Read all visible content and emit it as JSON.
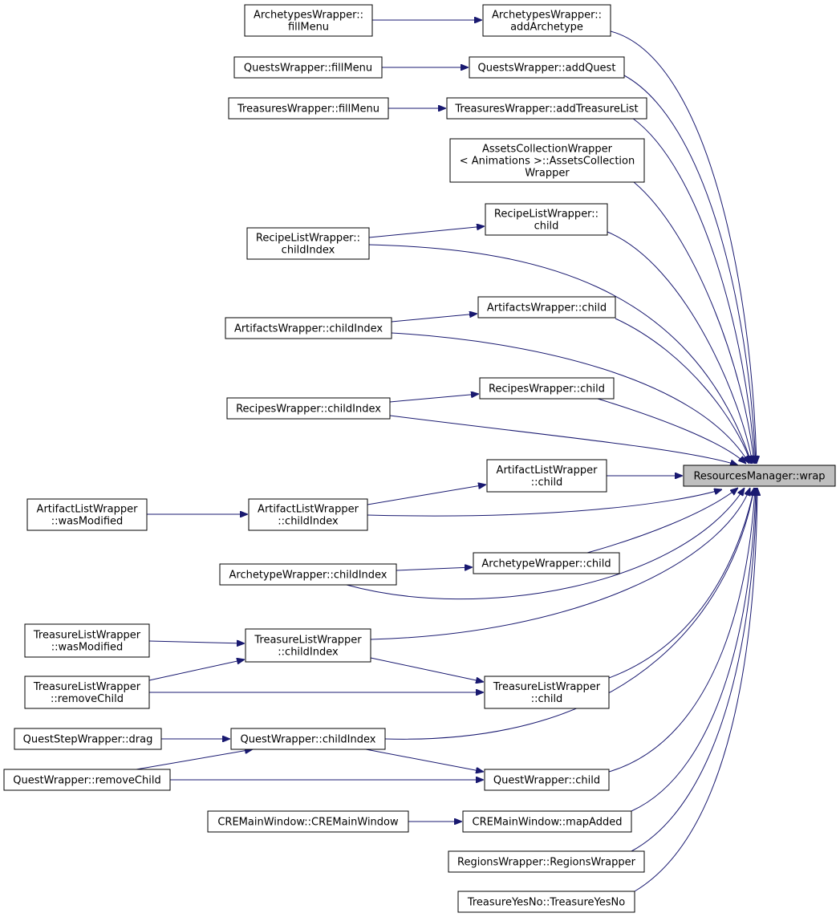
{
  "diagram": {
    "colors": {
      "edge": "#191970",
      "root_fill": "#bfbfbf",
      "node_fill": "#ffffff",
      "node_stroke": "#000000"
    },
    "root": {
      "id": "root",
      "lines": [
        "ResourcesManager::wrap"
      ]
    },
    "nodes": [
      {
        "id": "arch_add",
        "lines": [
          "ArchetypesWrapper::",
          "addArchetype"
        ]
      },
      {
        "id": "arch_fill",
        "lines": [
          "ArchetypesWrapper::",
          "fillMenu"
        ]
      },
      {
        "id": "quests_add",
        "lines": [
          "QuestsWrapper::addQuest"
        ]
      },
      {
        "id": "quests_fill",
        "lines": [
          "QuestsWrapper::fillMenu"
        ]
      },
      {
        "id": "treas_add",
        "lines": [
          "TreasuresWrapper::addTreasureList"
        ]
      },
      {
        "id": "treas_fill",
        "lines": [
          "TreasuresWrapper::fillMenu"
        ]
      },
      {
        "id": "assets",
        "lines": [
          "AssetsCollectionWrapper",
          "< Animations >::AssetsCollection",
          "Wrapper"
        ]
      },
      {
        "id": "rlw_child",
        "lines": [
          "RecipeListWrapper::",
          "child"
        ]
      },
      {
        "id": "rlw_idx",
        "lines": [
          "RecipeListWrapper::",
          "childIndex"
        ]
      },
      {
        "id": "art_child",
        "lines": [
          "ArtifactsWrapper::child"
        ]
      },
      {
        "id": "art_idx",
        "lines": [
          "ArtifactsWrapper::childIndex"
        ]
      },
      {
        "id": "rec_child",
        "lines": [
          "RecipesWrapper::child"
        ]
      },
      {
        "id": "rec_idx",
        "lines": [
          "RecipesWrapper::childIndex"
        ]
      },
      {
        "id": "alw_child",
        "lines": [
          "ArtifactListWrapper",
          "::child"
        ]
      },
      {
        "id": "alw_idx",
        "lines": [
          "ArtifactListWrapper",
          "::childIndex"
        ]
      },
      {
        "id": "alw_mod",
        "lines": [
          "ArtifactListWrapper",
          "::wasModified"
        ]
      },
      {
        "id": "aw_child",
        "lines": [
          "ArchetypeWrapper::child"
        ]
      },
      {
        "id": "aw_idx",
        "lines": [
          "ArchetypeWrapper::childIndex"
        ]
      },
      {
        "id": "tlw_idx",
        "lines": [
          "TreasureListWrapper",
          "::childIndex"
        ]
      },
      {
        "id": "tlw_mod",
        "lines": [
          "TreasureListWrapper",
          "::wasModified"
        ]
      },
      {
        "id": "tlw_rem",
        "lines": [
          "TreasureListWrapper",
          "::removeChild"
        ]
      },
      {
        "id": "tlw_child",
        "lines": [
          "TreasureListWrapper",
          "::child"
        ]
      },
      {
        "id": "qsw_drag",
        "lines": [
          "QuestStepWrapper::drag"
        ]
      },
      {
        "id": "qw_idx",
        "lines": [
          "QuestWrapper::childIndex"
        ]
      },
      {
        "id": "qw_rem",
        "lines": [
          "QuestWrapper::removeChild"
        ]
      },
      {
        "id": "qw_child",
        "lines": [
          "QuestWrapper::child"
        ]
      },
      {
        "id": "cre_ctor",
        "lines": [
          "CREMainWindow::CREMainWindow"
        ]
      },
      {
        "id": "cre_map",
        "lines": [
          "CREMainWindow::mapAdded"
        ]
      },
      {
        "id": "regions",
        "lines": [
          "RegionsWrapper::RegionsWrapper"
        ]
      },
      {
        "id": "tyn",
        "lines": [
          "TreasureYesNo::TreasureYesNo"
        ]
      }
    ],
    "edges": [
      {
        "from": "arch_fill",
        "to": "arch_add"
      },
      {
        "from": "quests_fill",
        "to": "quests_add"
      },
      {
        "from": "treas_fill",
        "to": "treas_add"
      },
      {
        "from": "rlw_idx",
        "to": "rlw_child"
      },
      {
        "from": "art_idx",
        "to": "art_child"
      },
      {
        "from": "rec_idx",
        "to": "rec_child"
      },
      {
        "from": "alw_idx",
        "to": "alw_child"
      },
      {
        "from": "alw_mod",
        "to": "alw_idx"
      },
      {
        "from": "aw_idx",
        "to": "aw_child"
      },
      {
        "from": "tlw_mod",
        "to": "tlw_idx"
      },
      {
        "from": "tlw_rem",
        "to": "tlw_idx"
      },
      {
        "from": "tlw_rem",
        "to": "tlw_child"
      },
      {
        "from": "tlw_idx",
        "to": "tlw_child"
      },
      {
        "from": "qsw_drag",
        "to": "qw_idx"
      },
      {
        "from": "qw_rem",
        "to": "qw_idx"
      },
      {
        "from": "qw_rem",
        "to": "qw_child"
      },
      {
        "from": "qw_idx",
        "to": "qw_child"
      },
      {
        "from": "cre_ctor",
        "to": "cre_map"
      },
      {
        "from": "arch_add",
        "to": "root"
      },
      {
        "from": "quests_add",
        "to": "root"
      },
      {
        "from": "treas_add",
        "to": "root"
      },
      {
        "from": "assets",
        "to": "root"
      },
      {
        "from": "rlw_child",
        "to": "root"
      },
      {
        "from": "rlw_idx",
        "to": "root"
      },
      {
        "from": "art_child",
        "to": "root"
      },
      {
        "from": "art_idx",
        "to": "root"
      },
      {
        "from": "rec_child",
        "to": "root"
      },
      {
        "from": "rec_idx",
        "to": "root"
      },
      {
        "from": "alw_child",
        "to": "root"
      },
      {
        "from": "alw_idx",
        "to": "root"
      },
      {
        "from": "aw_child",
        "to": "root"
      },
      {
        "from": "aw_idx",
        "to": "root"
      },
      {
        "from": "tlw_idx",
        "to": "root"
      },
      {
        "from": "tlw_child",
        "to": "root"
      },
      {
        "from": "qw_idx",
        "to": "root"
      },
      {
        "from": "qw_child",
        "to": "root"
      },
      {
        "from": "cre_map",
        "to": "root"
      },
      {
        "from": "regions",
        "to": "root"
      },
      {
        "from": "tyn",
        "to": "root"
      }
    ]
  }
}
